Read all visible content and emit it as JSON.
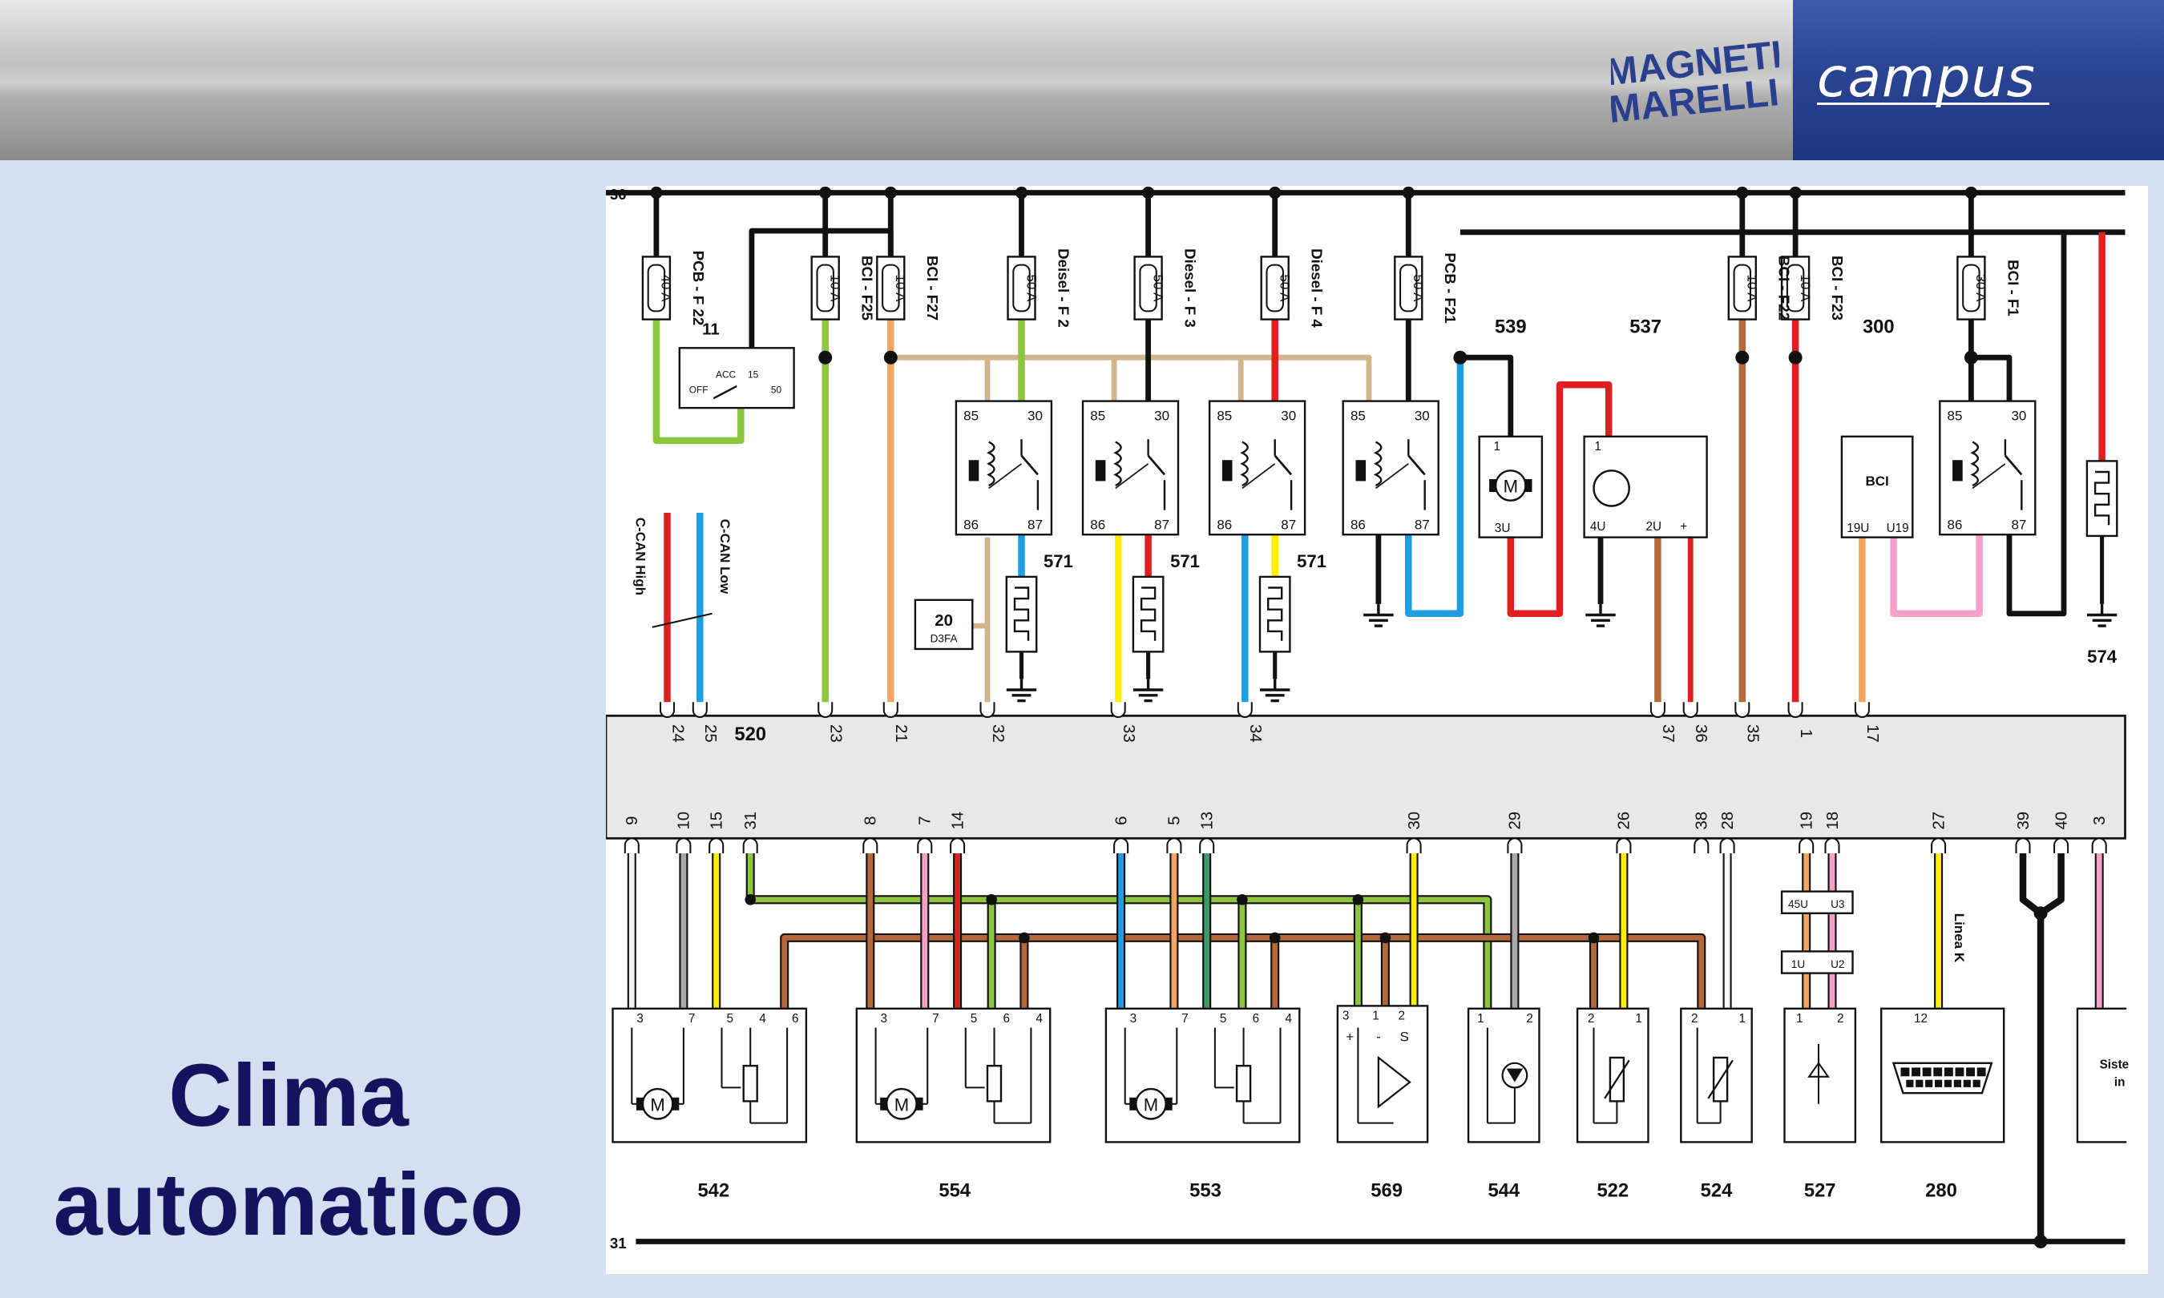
{
  "header": {
    "logo_text": [
      "MAGNETI",
      "MARELLI"
    ],
    "brand_text": "campus"
  },
  "title_lines": [
    "Clima",
    "automatico"
  ],
  "diagram": {
    "rail_top": "30",
    "rail_bottom": "31",
    "central_unit": "520",
    "fuses": [
      {
        "rating": "40 A",
        "label": "PCB - F 22"
      },
      {
        "rating": "10 A",
        "label": "BCI - F25"
      },
      {
        "rating": "10 A",
        "label": "BCI - F27"
      },
      {
        "rating": "50 A",
        "label": "Deisel - F 2"
      },
      {
        "rating": "50 A",
        "label": "Diesel - F 3"
      },
      {
        "rating": "50 A",
        "label": "Diesel - F 4"
      },
      {
        "rating": "50 A",
        "label": "PCB - F21"
      },
      {
        "rating": "10 A",
        "label": "BCI - F22"
      },
      {
        "rating": "10 A",
        "label": "BCI - F23"
      },
      {
        "rating": "30 A",
        "label": "BCI - F1"
      }
    ],
    "ignition_switch": {
      "id": "11",
      "positions": [
        "OFF",
        "ACC",
        "15",
        "50"
      ]
    },
    "can_labels": [
      "C-CAN High",
      "C-CAN Low"
    ],
    "relay_pins": [
      "85",
      "30",
      "86",
      "87"
    ],
    "upper_components": [
      "20",
      "D3FA",
      "571",
      "539",
      "537",
      "300",
      "BCI",
      "574"
    ],
    "connector_pins_top": [
      "24",
      "25",
      "23",
      "21",
      "32",
      "33",
      "34",
      "37",
      "36",
      "35",
      "1",
      "17"
    ],
    "connector_pins_bottom": [
      "9",
      "10",
      "15",
      "31",
      "8",
      "7",
      "14",
      "6",
      "5",
      "13",
      "30",
      "29",
      "26",
      "38",
      "28",
      "19",
      "18",
      "27",
      "39",
      "40",
      "3"
    ],
    "bcipins": [
      "19U",
      "U19"
    ],
    "lower_components": [
      "542",
      "554",
      "553",
      "569",
      "544",
      "522",
      "524",
      "527",
      "280"
    ],
    "k_line_label": "Linea K",
    "cut_label": "Siste",
    "cut_label2": "in",
    "small_pins": [
      "1",
      "2",
      "3",
      "4",
      "5",
      "6",
      "7",
      "12",
      "45U",
      "U3",
      "1U",
      "U2",
      "3U",
      "4U",
      "2U",
      "+",
      "-",
      "S"
    ],
    "colors": {
      "wire_black": "#111111",
      "wire_red": "#e02020",
      "wire_blue": "#1e9de0",
      "wire_green": "#8cc63f",
      "wire_orange": "#f4a460",
      "wire_grey": "#a9a9a9",
      "wire_yellow": "#ffee00",
      "wire_brown": "#b5683a",
      "wire_pink": "#f4a0c8",
      "wire_darkgreen": "#3a9a6a",
      "wire_tan": "#d2b48c",
      "title": "#14145e",
      "panel_bg": "#d3e0f2"
    }
  }
}
